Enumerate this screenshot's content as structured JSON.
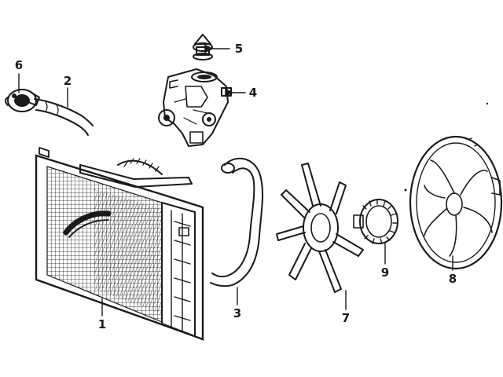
{
  "callouts": {
    "radiator": "1",
    "upper_hose": "2",
    "lower_hose": "3",
    "water_pump": "4",
    "thermostat": "5",
    "hose_clamp": "6",
    "fan_blade": "7",
    "fan_shroud": "8",
    "fan_clutch": "9"
  },
  "colors": {
    "ink": "#1a1a1a",
    "paper": "#ffffff"
  },
  "icons": [
    "arrow-icon"
  ]
}
